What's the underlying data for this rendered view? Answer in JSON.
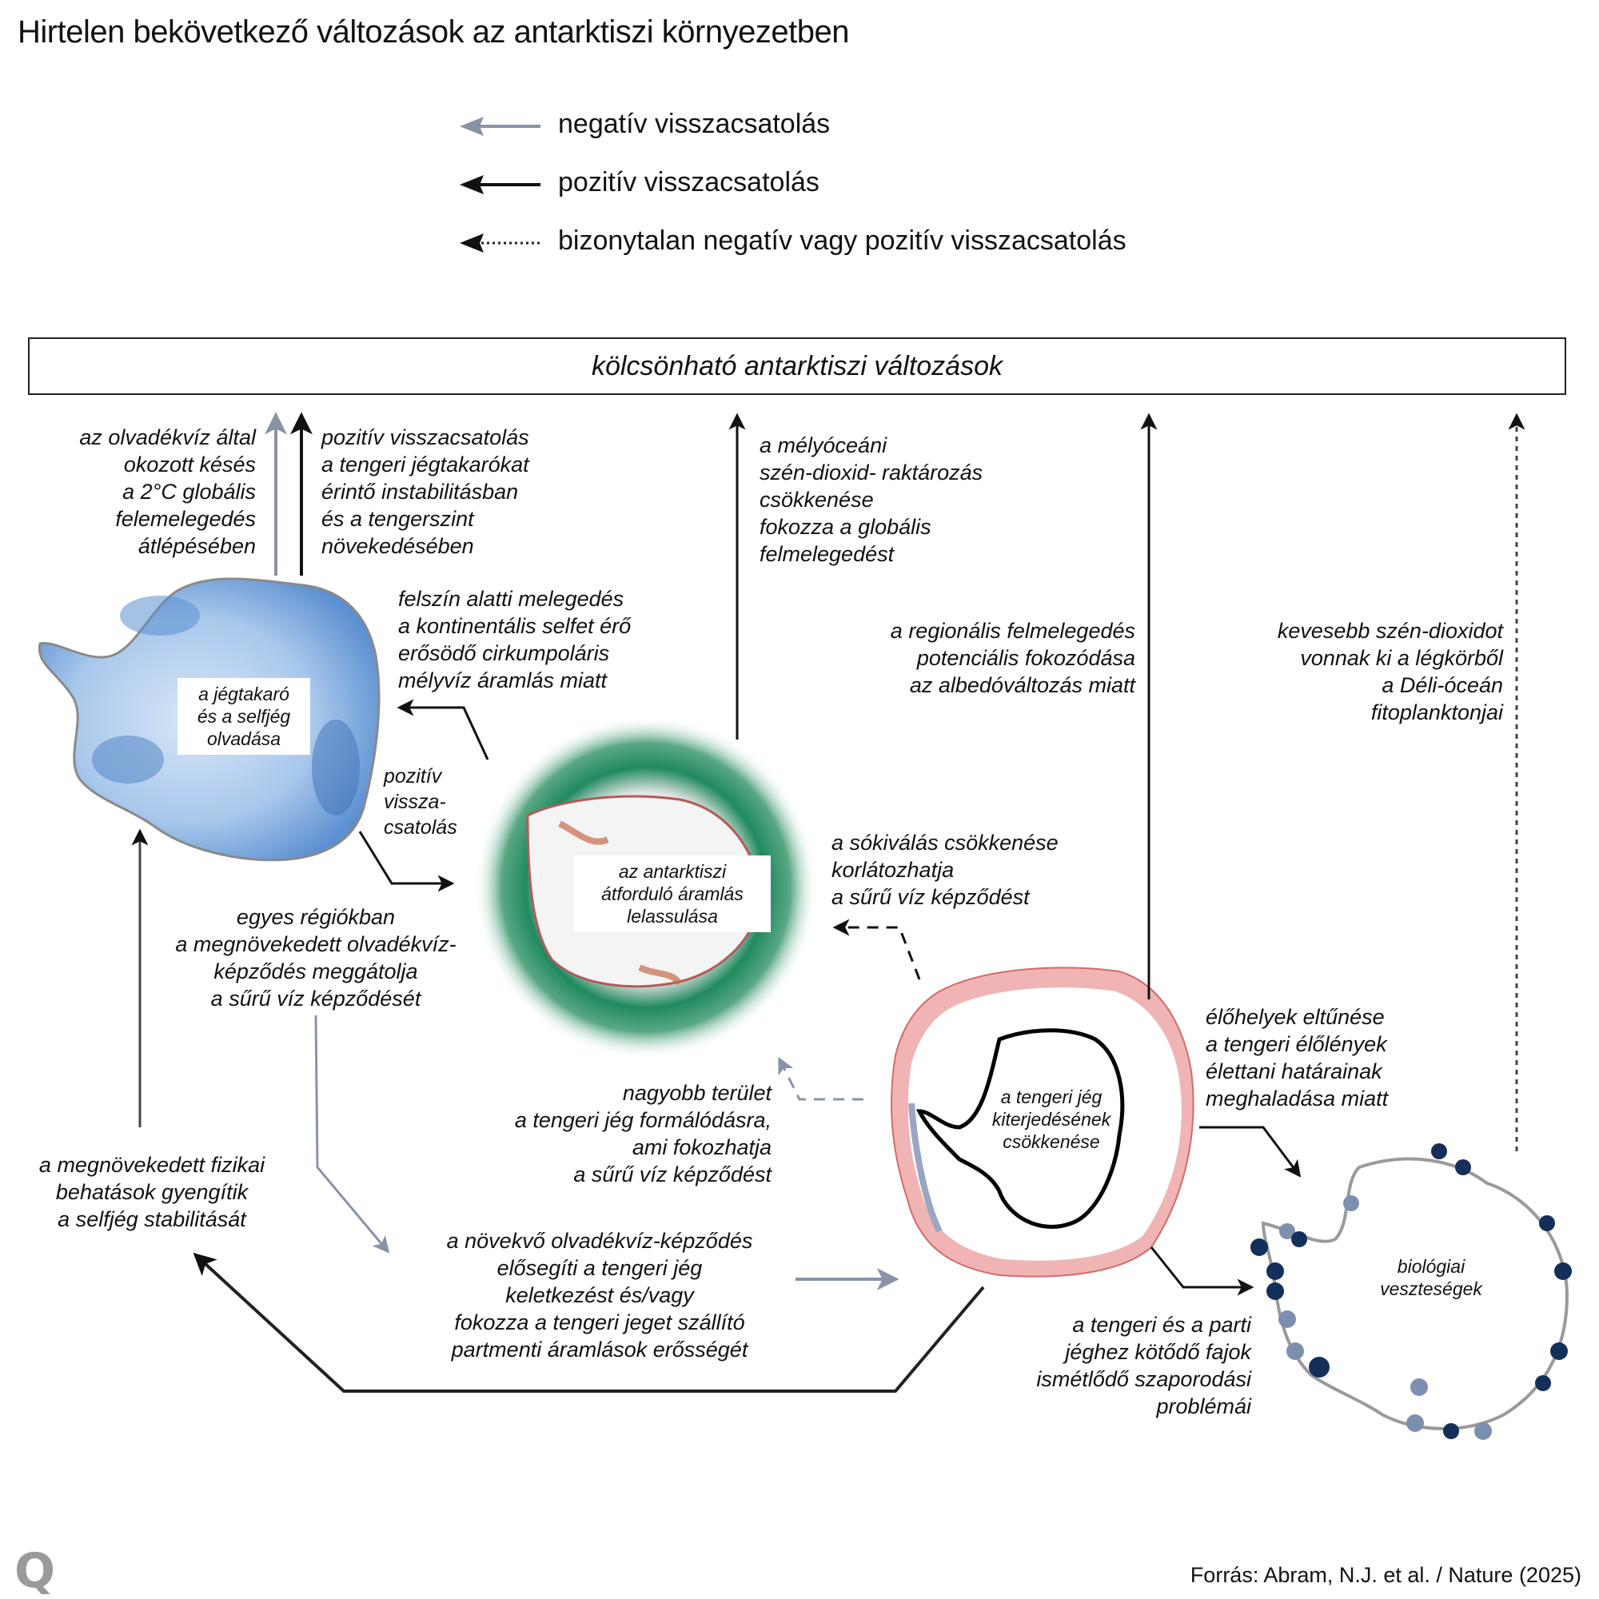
{
  "title": "Hirtelen bekövetkező változások az antarktiszi környezetben",
  "colors": {
    "negative_arrow": "#8a93a6",
    "positive_arrow": "#111111",
    "uncertain_arrow": "#222222",
    "sea_ice_loss": "#f0b4b4",
    "ice_blue": "#5b8fd0",
    "ocean_green": "#1f8a5e",
    "bio_dot_dark": "#14305a",
    "bio_dot_light": "#7d8fae"
  },
  "legend": {
    "items": [
      {
        "type": "negative",
        "label": "negatív visszacsatolás"
      },
      {
        "type": "positive",
        "label": "pozitív visszacsatolás"
      },
      {
        "type": "uncertain",
        "label": "bizonytalan negatív vagy pozitív visszacsatolás"
      }
    ]
  },
  "top_box": "kölcsönható antarktiszi változások",
  "nodes": {
    "ice_sheet": "a jégtakaró\nés a selfjég\nolvadása",
    "overturning": "az antarktiszi\nátforduló áramlás\nlelassulása",
    "sea_ice": "a tengeri jég\nkiterjedésének\ncsökkenése",
    "biological": "biológiai\nveszteségek"
  },
  "annotations": {
    "meltwater_delay": "az olvadékvíz által\nokozott késés\na 2°C globális\nfelemelegedés\nátlépésében",
    "positive_sea_level": "pozitív visszacsatolás\na tengeri jégtakarókat\nérintő instabilitásban\nés a tengerszint\nnövekedésében",
    "deep_ocean_co2": "a mélyóceáni\nszén-dioxid- raktározás\ncsökkenése\nfokozza a globális\nfelmelegedést",
    "subsurface_warming": "felszín alatti melegedés\na kontinentális selfet érő\nerősödő cirkumpoláris\nmélyvíz áramlás miatt",
    "positive_feedback_small": "pozitív\nvissza-\ncsatolás",
    "regional_warming": "a regionális felmelegedés\npotenciális fokozódása\naz albedóváltozás miatt",
    "less_co2": "kevesebb szén-dioxidot\nvonnak ki a légkörből\na Déli-óceán\nfitoplanktonjai",
    "brine_reduction": "a sókiválás csökkenése\nkorlátozhatja\na sűrű víz képződést",
    "meltwater_blocks": "egyes régiókban\na megnövekedett olvadékvíz-\nképződés meggátolja\na sűrű víz képződését",
    "larger_area": "nagyobb terület\na tengeri jég formálódásra,\nami fokozhatja\na sűrű víz képződést",
    "habitat_loss": "élőhelyek eltűnése\na tengeri élőlények\nélettani határainak\nmeghaladása miatt",
    "physical_impacts": "a megnövekedett fizikai\nbehatások gyengítik\na selfjég stabilitását",
    "meltwater_promotes": "a növekvő olvadékvíz-képződés\nelősegíti a tengeri jég\nkeletkezést és/vagy\nfokozza a tengeri jeget szállító\npartmenti áramlások erősségét",
    "breeding_problems": "a tengeri és a parti\njéghez kötődő fajok\nismétlődő szaporodási\nproblémái"
  },
  "source": "Forrás: Abram, N.J. et al. / Nature (2025)",
  "logo": "Q"
}
